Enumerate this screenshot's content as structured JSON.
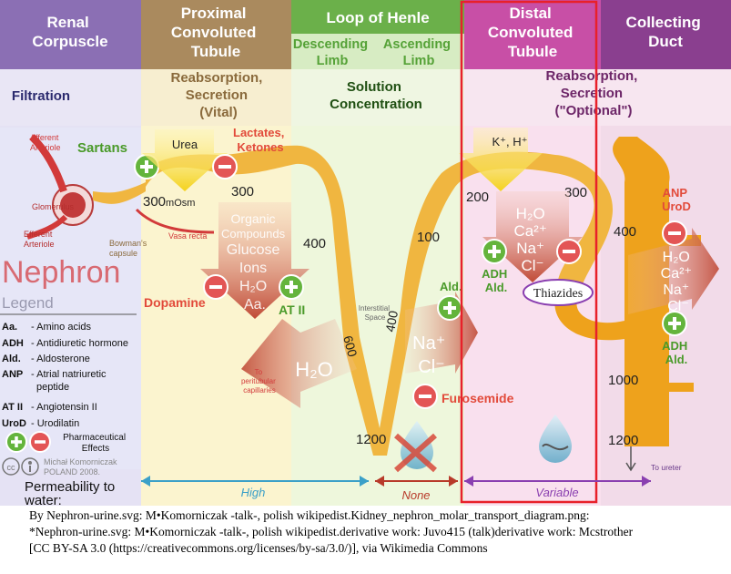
{
  "headers": {
    "renal_corpuscle": [
      "Renal",
      "Corpuscle"
    ],
    "proximal": [
      "Proximal",
      "Convoluted",
      "Tubule"
    ],
    "loop": "Loop of Henle",
    "descending": [
      "Descending",
      "Limb"
    ],
    "ascending": [
      "Ascending",
      "Limb"
    ],
    "distal": [
      "Distal",
      "Convoluted",
      "Tubule"
    ],
    "collecting": [
      "Collecting",
      "Duct"
    ]
  },
  "functions": {
    "filtration": "Filtration",
    "reabs_vital": [
      "Reabsorption,",
      "Secretion",
      "(Vital)"
    ],
    "solution": [
      "Solution",
      "Concentration"
    ],
    "reabs_optional": [
      "Reabsorption,",
      "Secretion",
      "(\"Optional\")"
    ]
  },
  "corpuscle": {
    "afferent": [
      "Afferent",
      "Arteriole"
    ],
    "glomerulus": "Glomerulus",
    "efferent": [
      "Efferent",
      "Arteriole"
    ],
    "bowmans": [
      "Bowman's",
      "capsule"
    ],
    "vasa_recta": "Vasa recta"
  },
  "drugs": {
    "sartans": "Sartans",
    "dopamine": "Dopamine",
    "at2": "AT II",
    "ald_loop": "Ald.",
    "furosemide": "Furosemide",
    "adh_ald": [
      "ADH",
      "Ald."
    ],
    "thiazides": "Thiazides",
    "anp_urod": [
      "ANP",
      "UroD"
    ],
    "adh_ald_duct": [
      "ADH",
      "Ald."
    ]
  },
  "substances": {
    "urea": "Urea",
    "lactates": [
      "Lactates,",
      "Ketones"
    ],
    "organic": [
      "Organic",
      "Compounds",
      "Glucose",
      "Ions",
      "H₂O",
      "Aa."
    ],
    "h2o_big": "H₂O",
    "na_cl": [
      "Na⁺",
      "Cl⁻"
    ],
    "k_h": "K⁺, H⁺",
    "distal_ions": [
      "H₂O",
      "Ca²⁺",
      "Na⁺",
      "Cl⁻"
    ],
    "duct_ions": [
      "H₂O",
      "Ca²⁺",
      "Na⁺",
      "Cl⁻"
    ]
  },
  "osmolarity": {
    "start": "300",
    "start_unit": "mOsm",
    "pct": "300",
    "v400_desc": "400",
    "v600": "600",
    "v1200": "1200",
    "v400_asc": "400",
    "v100": "100",
    "v200": "200",
    "v300_dct": "300",
    "v400_duct": "400",
    "v1000": "1000",
    "v1200_duct": "1200"
  },
  "misc": {
    "to_peritubular": [
      "To",
      "peritubular",
      "capillaries"
    ],
    "interstitial": [
      "Interstitial",
      "Space"
    ],
    "to_ureter": "To ureter"
  },
  "nephron_title": "Nephron",
  "legend": {
    "title": "Legend",
    "items": [
      {
        "abbr": "Aa.",
        "desc": [
          "- Amino acids"
        ]
      },
      {
        "abbr": "ADH",
        "desc": [
          "- Antidiuretic hormone"
        ]
      },
      {
        "abbr": "Ald.",
        "desc": [
          "- Aldosterone"
        ]
      },
      {
        "abbr": "ANP",
        "desc": [
          "- Atrial natriuretic",
          "peptide"
        ]
      },
      {
        "abbr": "AT II",
        "desc": [
          "- Angiotensin II"
        ]
      },
      {
        "abbr": "UroD",
        "desc": [
          "- Urodilatin"
        ]
      }
    ],
    "pharma": [
      "Pharmaceutical",
      "Effects"
    ],
    "credit": [
      "Michał Komorniczak",
      "POLAND 2008."
    ]
  },
  "permeability": {
    "label": [
      "Permeability to",
      "water:"
    ],
    "high": "High",
    "none": "None",
    "variable": "Variable"
  },
  "caption": [
    "By Nephron-urine.svg: M•Komorniczak -talk-, polish wikipedist.Kidney_nephron_molar_transport_diagram.png:",
    "*Nephron-urine.svg: M•Komorniczak -talk-, polish wikipedist.derivative work: Juvo415 (talk)derivative work: Mcstrother",
    "[CC BY-SA 3.0  (https://creativecommons.org/licenses/by-sa/3.0/)], via Wikimedia Commons"
  ],
  "colors": {
    "renal": "#8b6fb4",
    "proximal": "#aa8a5e",
    "loop": "#6bb04a",
    "distal": "#c84fa6",
    "collecting": "#8a3f8f",
    "tubule": "#f0b640",
    "highlight": "#e8202a"
  }
}
